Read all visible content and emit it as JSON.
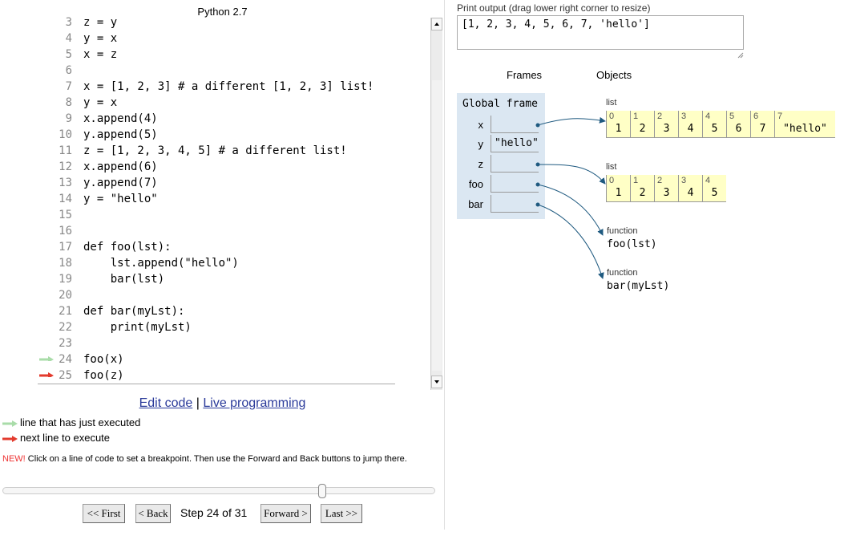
{
  "code_panel": {
    "language": "Python 2.7",
    "lines": [
      {
        "num": "3",
        "text": "z = y"
      },
      {
        "num": "4",
        "text": "y = x"
      },
      {
        "num": "5",
        "text": "x = z"
      },
      {
        "num": "6",
        "text": ""
      },
      {
        "num": "7",
        "text": "x = [1, 2, 3] # a different [1, 2, 3] list!"
      },
      {
        "num": "8",
        "text": "y = x"
      },
      {
        "num": "9",
        "text": "x.append(4)"
      },
      {
        "num": "10",
        "text": "y.append(5)"
      },
      {
        "num": "11",
        "text": "z = [1, 2, 3, 4, 5] # a different list!"
      },
      {
        "num": "12",
        "text": "x.append(6)"
      },
      {
        "num": "13",
        "text": "y.append(7)"
      },
      {
        "num": "14",
        "text": "y = \"hello\""
      },
      {
        "num": "15",
        "text": ""
      },
      {
        "num": "16",
        "text": ""
      },
      {
        "num": "17",
        "text": "def foo(lst):"
      },
      {
        "num": "18",
        "text": "    lst.append(\"hello\")"
      },
      {
        "num": "19",
        "text": "    bar(lst)"
      },
      {
        "num": "20",
        "text": ""
      },
      {
        "num": "21",
        "text": "def bar(myLst):"
      },
      {
        "num": "22",
        "text": "    print(myLst)"
      },
      {
        "num": "23",
        "text": ""
      },
      {
        "num": "24",
        "text": "foo(x)"
      },
      {
        "num": "25",
        "text": "foo(z)"
      }
    ],
    "just_executed_line": "24",
    "next_line": "25"
  },
  "links": {
    "edit_code": "Edit code",
    "separator": "|",
    "live_programming": "Live programming"
  },
  "legend": {
    "just_executed": "line that has just executed",
    "next_to_execute": "next line to execute"
  },
  "note": {
    "tag": "NEW!",
    "text": " Click on a line of code to set a breakpoint. Then use the Forward and Back buttons to jump there."
  },
  "slider": {
    "current": 24,
    "total": 31
  },
  "nav": {
    "first": "<< First",
    "back": "< Back",
    "step_text": "Step 24 of 31",
    "forward": "Forward >",
    "last": "Last >>"
  },
  "print_output": {
    "label": "Print output (drag lower right corner to resize)",
    "text": "[1, 2, 3, 4, 5, 6, 7, 'hello']"
  },
  "viz": {
    "frames_header": "Frames",
    "objects_header": "Objects",
    "global_frame_title": "Global frame",
    "variables": [
      {
        "name": "x",
        "value": ""
      },
      {
        "name": "y",
        "value": "\"hello\""
      },
      {
        "name": "z",
        "value": ""
      },
      {
        "name": "foo",
        "value": ""
      },
      {
        "name": "bar",
        "value": ""
      }
    ],
    "list1": {
      "label": "list",
      "items": [
        {
          "index": "0",
          "value": "1"
        },
        {
          "index": "1",
          "value": "2"
        },
        {
          "index": "2",
          "value": "3"
        },
        {
          "index": "3",
          "value": "4"
        },
        {
          "index": "4",
          "value": "5"
        },
        {
          "index": "5",
          "value": "6"
        },
        {
          "index": "6",
          "value": "7"
        },
        {
          "index": "7",
          "value": "\"hello\""
        }
      ]
    },
    "list2": {
      "label": "list",
      "items": [
        {
          "index": "0",
          "value": "1"
        },
        {
          "index": "1",
          "value": "2"
        },
        {
          "index": "2",
          "value": "3"
        },
        {
          "index": "3",
          "value": "4"
        },
        {
          "index": "4",
          "value": "5"
        }
      ]
    },
    "func_foo": {
      "label": "function",
      "signature": "foo(lst)"
    },
    "func_bar": {
      "label": "function",
      "signature": "bar(myLst)"
    }
  },
  "colors": {
    "just_executed_arrow": "#a9dca9",
    "next_line_arrow": "#e33b2e",
    "pointer": "#1f5a80",
    "frame_bg": "#dbe7f2",
    "heap_bg": "#ffffc6"
  }
}
